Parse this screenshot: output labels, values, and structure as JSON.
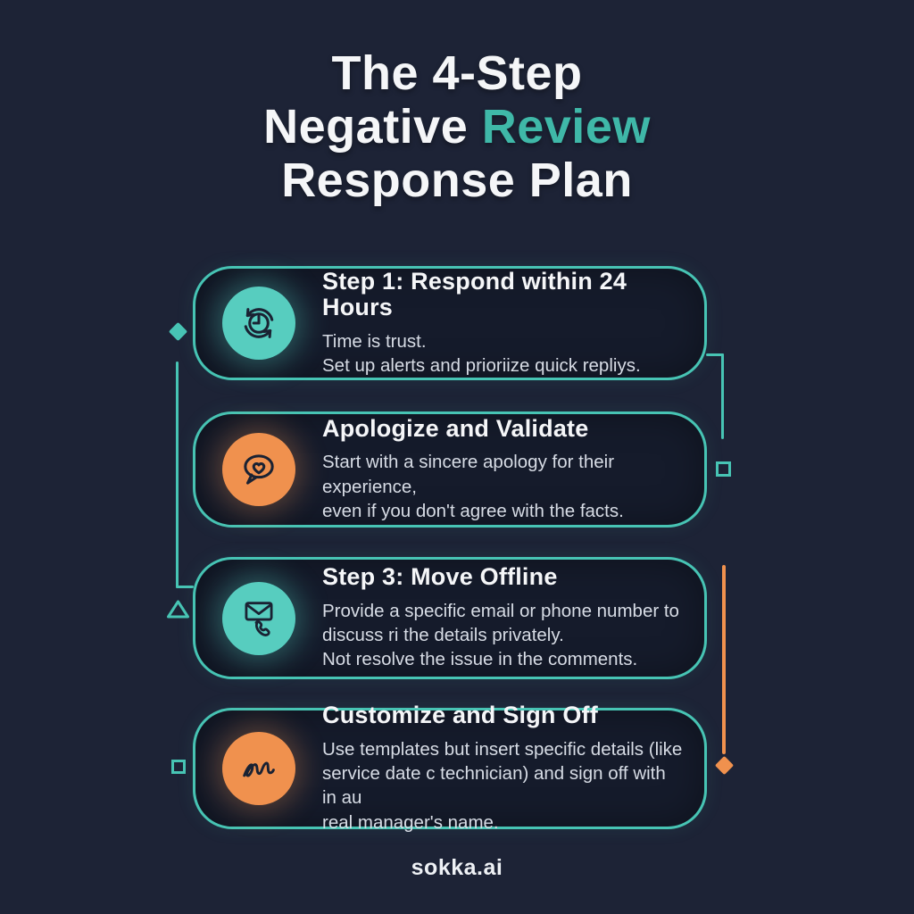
{
  "title": {
    "line1": "The 4-Step",
    "line2_prefix": "Negative ",
    "line2_accent": "Review",
    "line3": "Response Plan"
  },
  "steps": [
    {
      "icon": "clock-refresh-icon",
      "accent": "teal",
      "title": "Step 1: Respond within 24 Hours",
      "body": "Time is trust.\nSet up alerts and prioriize quick repliys."
    },
    {
      "icon": "heart-speech-bubble-icon",
      "accent": "orange",
      "title": "Apologize and Validate",
      "body": "Start with a sincere apology for their experience,\neven if you don't agree with the facts."
    },
    {
      "icon": "envelope-phone-icon",
      "accent": "teal",
      "title": "Step 3: Move Offline",
      "body": "Provide a specific email or phone number to\ndiscuss ri the details privately.\nNot resolve the issue in the comments."
    },
    {
      "icon": "signature-icon",
      "accent": "orange",
      "title": "Customize and Sign Off",
      "body": "Use templates but insert specific details (like\nservice date c technician) and sign off with in au\nreal manager's name."
    }
  ],
  "footer": {
    "brand": "sokka.ai"
  },
  "colors": {
    "background": "#1d2336",
    "card_background": "#151b2b",
    "teal": "#47c4b4",
    "accent_title_teal": "#3fb8a8",
    "orange": "#f0914e",
    "heading": "#f5f6f8",
    "body_text": "#d7dce5"
  }
}
